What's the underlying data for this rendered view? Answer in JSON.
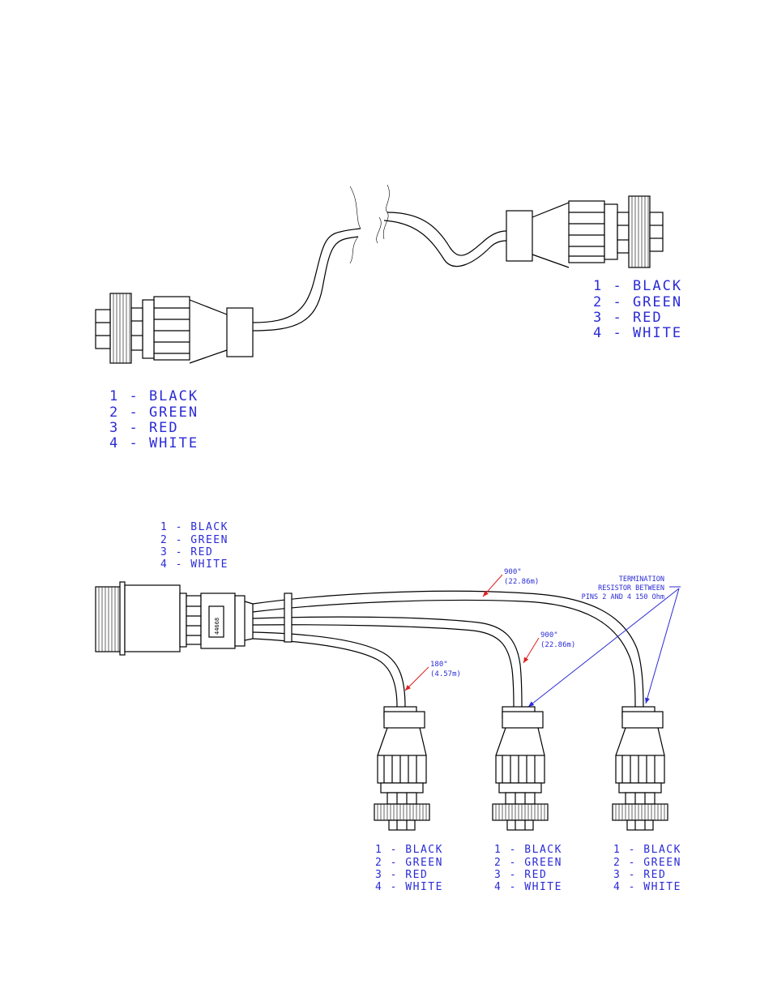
{
  "top_cable": {
    "right_connector_pins": [
      "1 - BLACK",
      "2 - GREEN",
      "3 - RED",
      "4 - WHITE"
    ],
    "left_connector_pins": [
      "1 - BLACK",
      "2 - GREEN",
      "3 - RED",
      "4 - WHITE"
    ]
  },
  "bottom_harness": {
    "trunk_connector_pins": [
      "1 - BLACK",
      "2 - GREEN",
      "3 - RED",
      "4 - WHITE"
    ],
    "part_number": "44668",
    "termination_note": [
      "TERMINATION",
      "RESISTOR BETWEEN",
      "PINS 2 AND 4 150 Ohm"
    ],
    "dims": {
      "long_top": [
        "900\"",
        "(22.86m)"
      ],
      "long_mid": [
        "900\"",
        "(22.86m)"
      ],
      "short": [
        "180\"",
        "(4.57m)"
      ]
    },
    "branch_1_pins": [
      "1 - BLACK",
      "2 - GREEN",
      "3 - RED",
      "4 - WHITE"
    ],
    "branch_2_pins": [
      "1 - BLACK",
      "2 - GREEN",
      "3 - RED",
      "4 - WHITE"
    ],
    "branch_3_pins": [
      "1 - BLACK",
      "2 - GREEN",
      "3 - RED",
      "4 - WHITE"
    ]
  },
  "colors": {
    "text": "#2b2bd6",
    "leader_red": "#e02020",
    "leader_blue": "#2b2bd6",
    "line": "#000000"
  }
}
